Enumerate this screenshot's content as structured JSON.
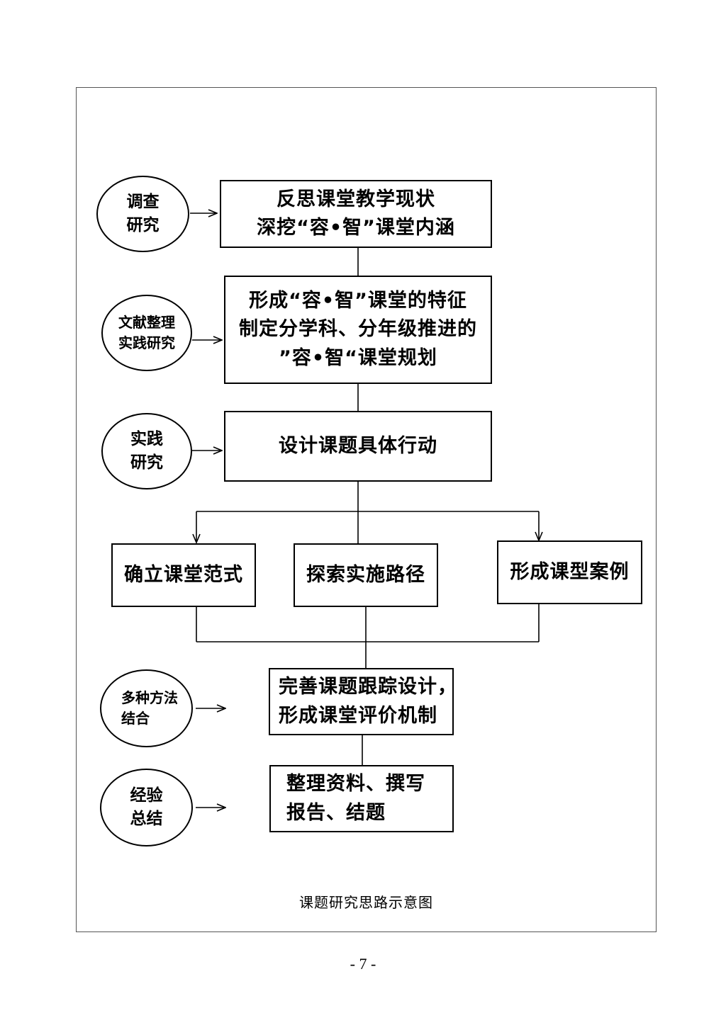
{
  "steps": {
    "step1": {
      "line1": "反思课堂教学现状",
      "line2": "深挖“容•智”课堂内涵"
    },
    "step2": {
      "line1": "形成“容•智”课堂的特征",
      "line2": "制定分学科、分年级推进的",
      "line3": "”容•智“课堂规划"
    },
    "step3": {
      "line1": "设计课题具体行动"
    },
    "branch1": {
      "line1": "确立课堂范式"
    },
    "branch2": {
      "line1": "探索实施路径"
    },
    "branch3": {
      "line1": "形成课型案例"
    },
    "step4": {
      "line1": "完善课题跟踪设计，",
      "line2": "形成课堂评价机制"
    },
    "step5": {
      "line1": "整理资料、撰写",
      "line2": "报告、结题"
    }
  },
  "methods": {
    "m1": {
      "line1": "调查",
      "line2": "研究"
    },
    "m2": {
      "line1": "文献整理",
      "line2": "实践研究"
    },
    "m3": {
      "line1": "实践",
      "line2": "研究"
    },
    "m4": {
      "line1": "多种方法",
      "line2": "结合"
    },
    "m5": {
      "line1": "经验",
      "line2": "总结"
    }
  },
  "caption": "课题研究思路示意图",
  "page_number": "- 7 -"
}
